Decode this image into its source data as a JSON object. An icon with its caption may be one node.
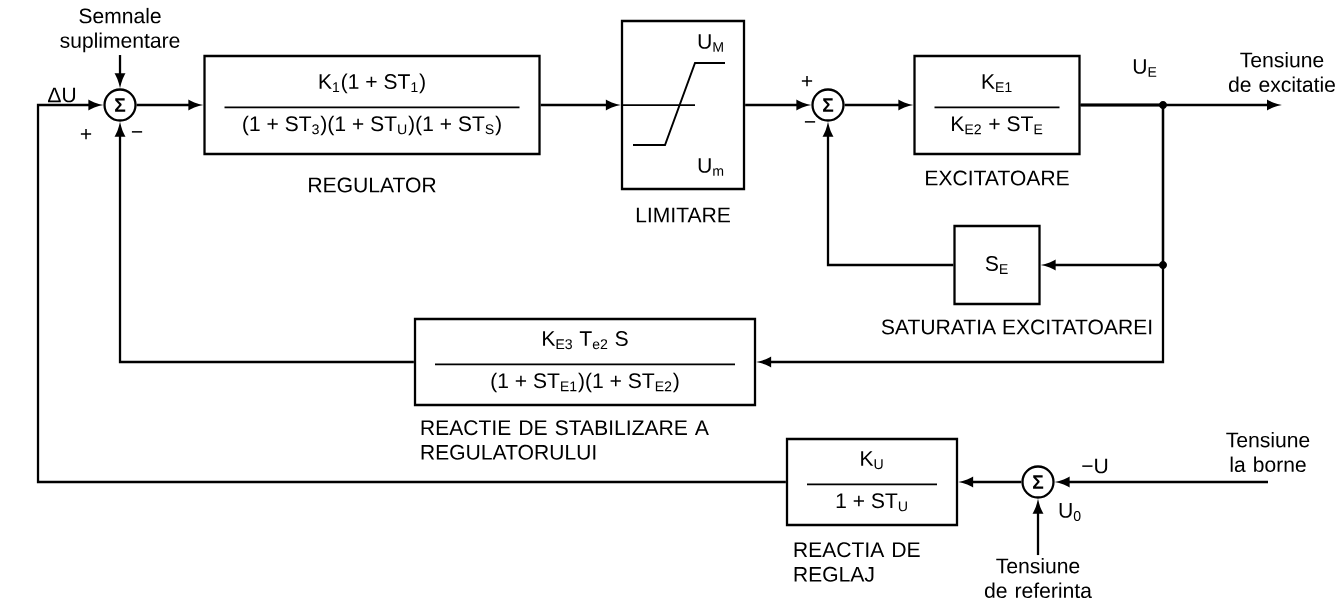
{
  "diagram": {
    "nodes": [
      {
        "text": [
          "Σ"
        ]
      },
      {
        "text": [
          "K$_{1}$(1 + ST$_{1}$)",
          "(1 + ST$_{3}$)(1 + ST$_{U}$)(1 + ST$_{S}$)"
        ],
        "beside": [
          "REGULATOR"
        ]
      },
      {
        "text": [
          "U$_{M}$",
          "U$_{m}$"
        ],
        "beside": [
          "LIMITARE"
        ]
      },
      {
        "text": [
          "Σ"
        ]
      },
      {
        "text": [
          "K$_{E1}$",
          "K$_{E2}$ + ST$_{E}$"
        ],
        "beside": [
          "EXCITATOARE"
        ]
      },
      {
        "text": [
          "S$_{E}$"
        ],
        "beside": [
          "SATURATIA EXCITATOAREI"
        ]
      },
      {
        "text": [
          "K$_{E3}$ T$_{e2}$ S",
          "(1 + ST$_{E1}$)(1 + ST$_{E2}$)"
        ],
        "beside": [
          "REACTIE DE STABILIZARE A REGULATORULUI"
        ]
      },
      {
        "text": [
          "K$_{U}$",
          "1 + ST$_{U}$"
        ],
        "beside": [
          "REACTIA DE REGLAJ"
        ]
      },
      {
        "text": [
          "Σ"
        ]
      },
      {
        "text": [
          "Semnale suplimentare"
        ]
      },
      {
        "text": [
          "Tensiune de referinta"
        ]
      },
      {
        "text": [
          "Tensiune de excitatie"
        ]
      },
      {
        "text": [
          "Tensiune la borne"
        ]
      }
    ],
    "edges": [
      {
        "from": 9,
        "to": 0,
        "arrow": "to"
      },
      {
        "from": 0,
        "to": 1,
        "arrow": "to"
      },
      {
        "from": 1,
        "to": 2,
        "arrow": "to"
      },
      {
        "from": 2,
        "to": 3,
        "arrow": "to"
      },
      {
        "from": 3,
        "to": 4,
        "arrow": "to"
      },
      {
        "from": 4,
        "to": 11,
        "arrow": "to"
      },
      {
        "from": 4,
        "to": 5,
        "arrow": "to"
      },
      {
        "from": 5,
        "to": 3,
        "arrow": "to"
      },
      {
        "from": 4,
        "to": 6,
        "arrow": "to"
      },
      {
        "from": 6,
        "to": 0,
        "arrow": "to"
      },
      {
        "from": 12,
        "to": 8,
        "arrow": "to"
      },
      {
        "from": 10,
        "to": 8,
        "arrow": "to"
      },
      {
        "from": 8,
        "to": 7,
        "arrow": "to"
      },
      {
        "from": 7,
        "to": 0,
        "arrow": "to"
      }
    ],
    "labels": [
      "ΔU",
      "+",
      "−",
      "+",
      "−",
      "U$_{E}$",
      "−U",
      "U$_{0}$"
    ]
  }
}
